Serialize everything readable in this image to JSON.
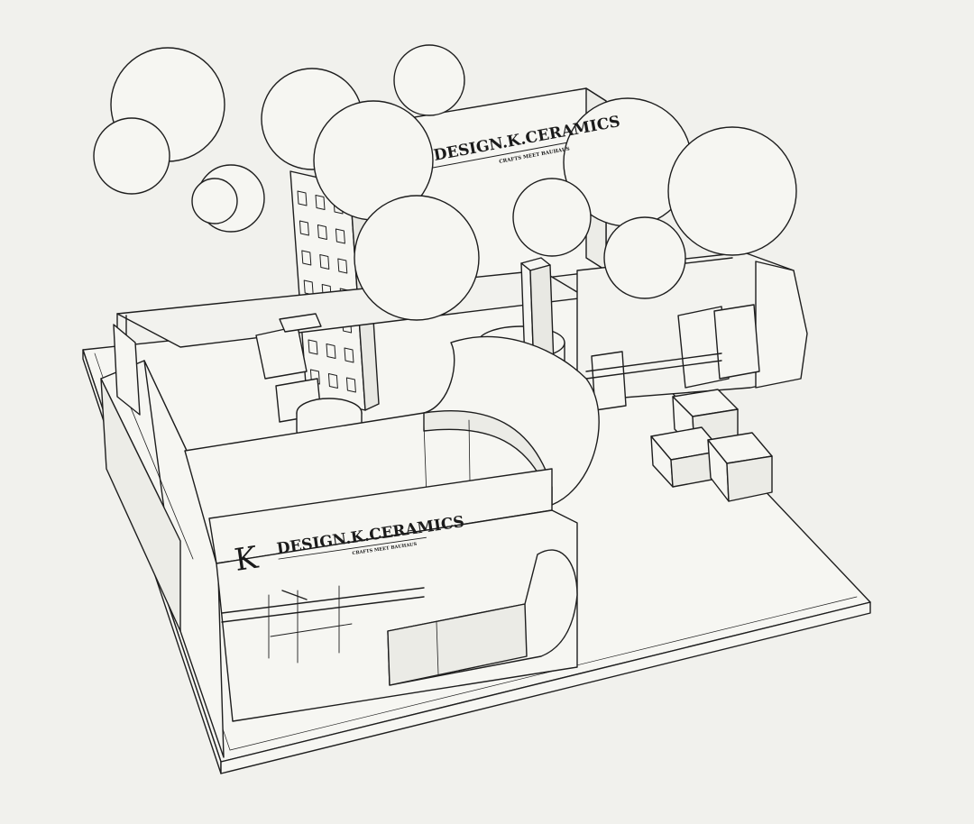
{
  "sketch": {
    "back_sign": {
      "brand": "DESIGN.K.CERAMICS",
      "tagline": "CRAFTS MEET BAUHAUS"
    },
    "front_sign": {
      "logo_letter": "K",
      "brand": "DESIGN.K.CERAMICS",
      "tagline": "CRAFTS MEET BAUHAUS"
    }
  },
  "colors": {
    "paper": "#f1f1ed",
    "line": "#1e1e1e",
    "fill": "#f6f6f2"
  }
}
